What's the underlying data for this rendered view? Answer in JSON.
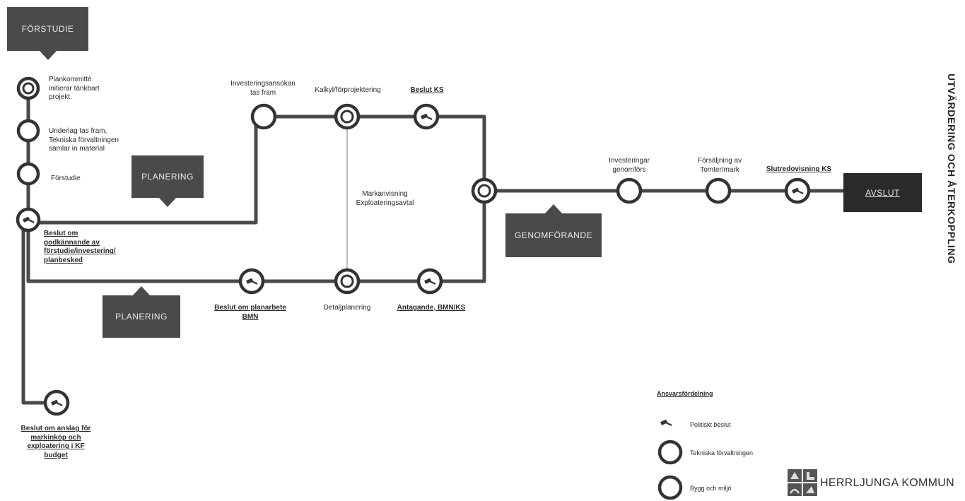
{
  "stages": {
    "forstudie": "FÖRSTUDIE",
    "planering_top": "PLANERING",
    "planering_bottom": "PLANERING",
    "genomforande": "GENOMFÖRANDE",
    "avslut": "AVSLUT",
    "utvardering": "UTVÄRDERING OCH ÅTERKOPPLING"
  },
  "steps": {
    "plankommitte": [
      "Plankommitté",
      "initierar tänkbart",
      "projekt."
    ],
    "underlag": [
      "Underlag tas fram,",
      "Tekniska förvaltningen",
      "samlar in material"
    ],
    "forstudie": "Förstudie",
    "beslut_godkannande": [
      "Beslut om",
      "godkännande av",
      "förstudie/investering/",
      "planbesked"
    ],
    "investeringsansokan": [
      "Investeringsansökan",
      "tas fram"
    ],
    "kalkyl": "Kalkyl/förprojektering",
    "beslut_ks": "Beslut KS",
    "markanvisning": [
      "Markanvisning",
      "Exploateringsavtal"
    ],
    "beslut_planarbete": [
      "Beslut om planarbete",
      "BMN"
    ],
    "detaljplanering": "Detaljplanering",
    "antagande": "Antagande, BMN/KS",
    "investeringar": [
      "Investeringar",
      "genomförs"
    ],
    "forsaljning": [
      "Försäljning av",
      "Tomter/mark"
    ],
    "slutredovisning": "Slutredovisning KS",
    "beslut_anslag": [
      "Beslut om anslag för",
      "markinköp och",
      "exploatering i KF",
      "budget"
    ]
  },
  "legend": {
    "title": "Ansvarsfördelning",
    "politiskt": "Politiskt beslut",
    "tekniska": "Tekniska förvaltningen",
    "bygg": "Bygg och miljö"
  },
  "logo": {
    "name": "HERRLJUNGA KOMMUN"
  }
}
